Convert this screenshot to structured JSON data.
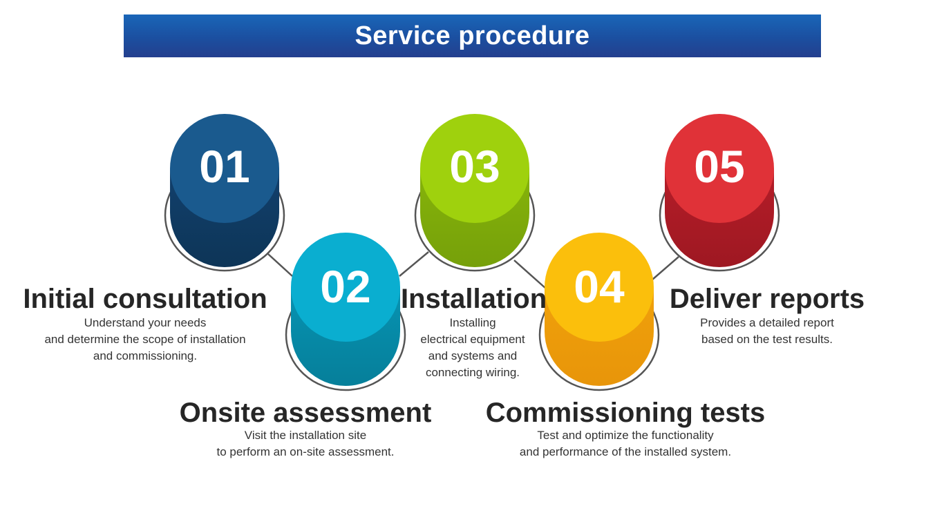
{
  "banner": {
    "title": "Service procedure"
  },
  "colors": {
    "banner": "#1b4fa0",
    "step1": "#1a5a8e",
    "step2": "#0aaed0",
    "step3": "#9fd10d",
    "step4": "#fbbf0c",
    "step5": "#e03238",
    "connector": "#555555"
  },
  "steps": [
    {
      "number": "01",
      "title": "Initial consultation",
      "desc": [
        "Understand your needs",
        "and determine the scope of installation",
        "and commissioning."
      ]
    },
    {
      "number": "02",
      "title": "Onsite assessment",
      "desc": [
        "Visit the installation site",
        "to perform an on-site assessment."
      ]
    },
    {
      "number": "03",
      "title": "Installation",
      "desc": [
        "Installing",
        "electrical equipment",
        "and systems and",
        "connecting wiring."
      ]
    },
    {
      "number": "04",
      "title": "Commissioning tests",
      "desc": [
        "Test and optimize the functionality",
        "and performance of the installed system."
      ]
    },
    {
      "number": "05",
      "title": "Deliver reports",
      "desc": [
        "Provides a detailed report",
        "based on the test results."
      ]
    }
  ]
}
